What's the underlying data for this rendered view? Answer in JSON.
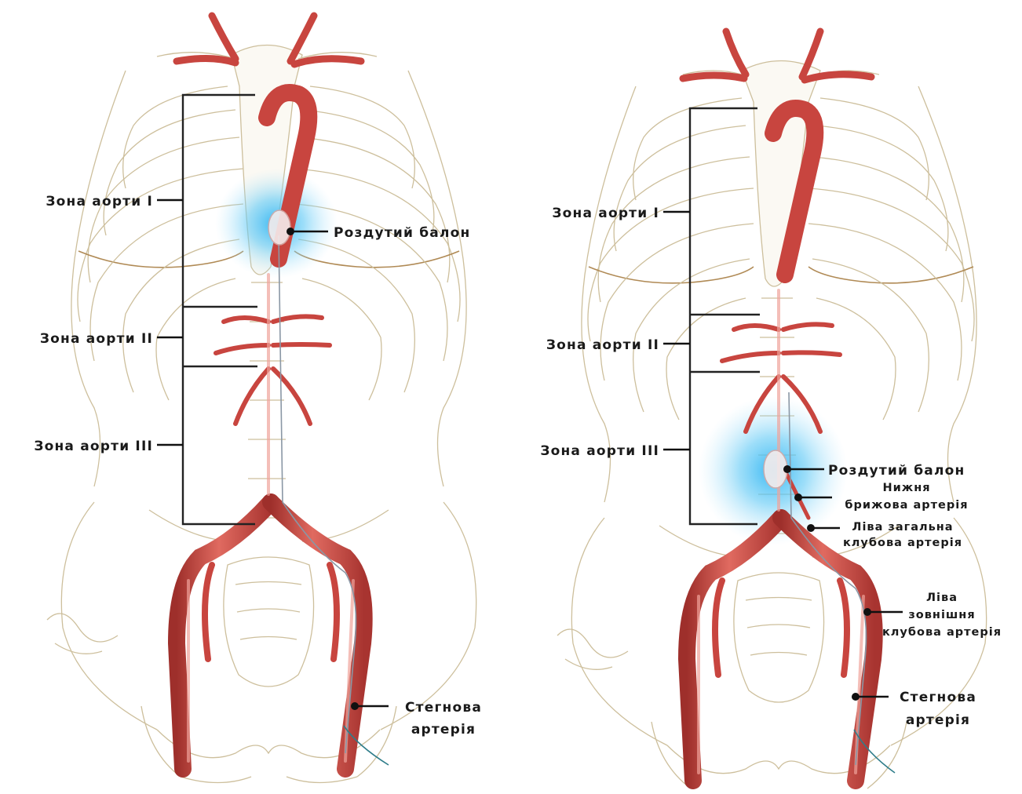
{
  "panels": [
    {
      "zones": [
        {
          "label": "Зона аорти I"
        },
        {
          "label": "Зона аорти II"
        },
        {
          "label": "Зона аорти III"
        }
      ],
      "balloon_label": "Роздутий балон",
      "femoral_label": [
        "Стегнова",
        "артерія"
      ]
    },
    {
      "zones": [
        {
          "label": "Зона аорти I"
        },
        {
          "label": "Зона аорти II"
        },
        {
          "label": "Зона аорти III"
        }
      ],
      "balloon_label": "Роздутий балон",
      "ima_label": [
        "Нижня",
        "брижова артерія"
      ],
      "common_iliac_label": [
        "Ліва загальна",
        "клубова артерія"
      ],
      "external_iliac_label": [
        "Ліва",
        "зовнішня",
        "клубова артерія"
      ],
      "femoral_label": [
        "Стегнова",
        "артерія"
      ]
    }
  ],
  "colors": {
    "artery": "#c8453f",
    "bone_outline": "#cdbf9c",
    "balloon_glow": "#2fb4f2",
    "label_text": "#1a1a1a"
  }
}
